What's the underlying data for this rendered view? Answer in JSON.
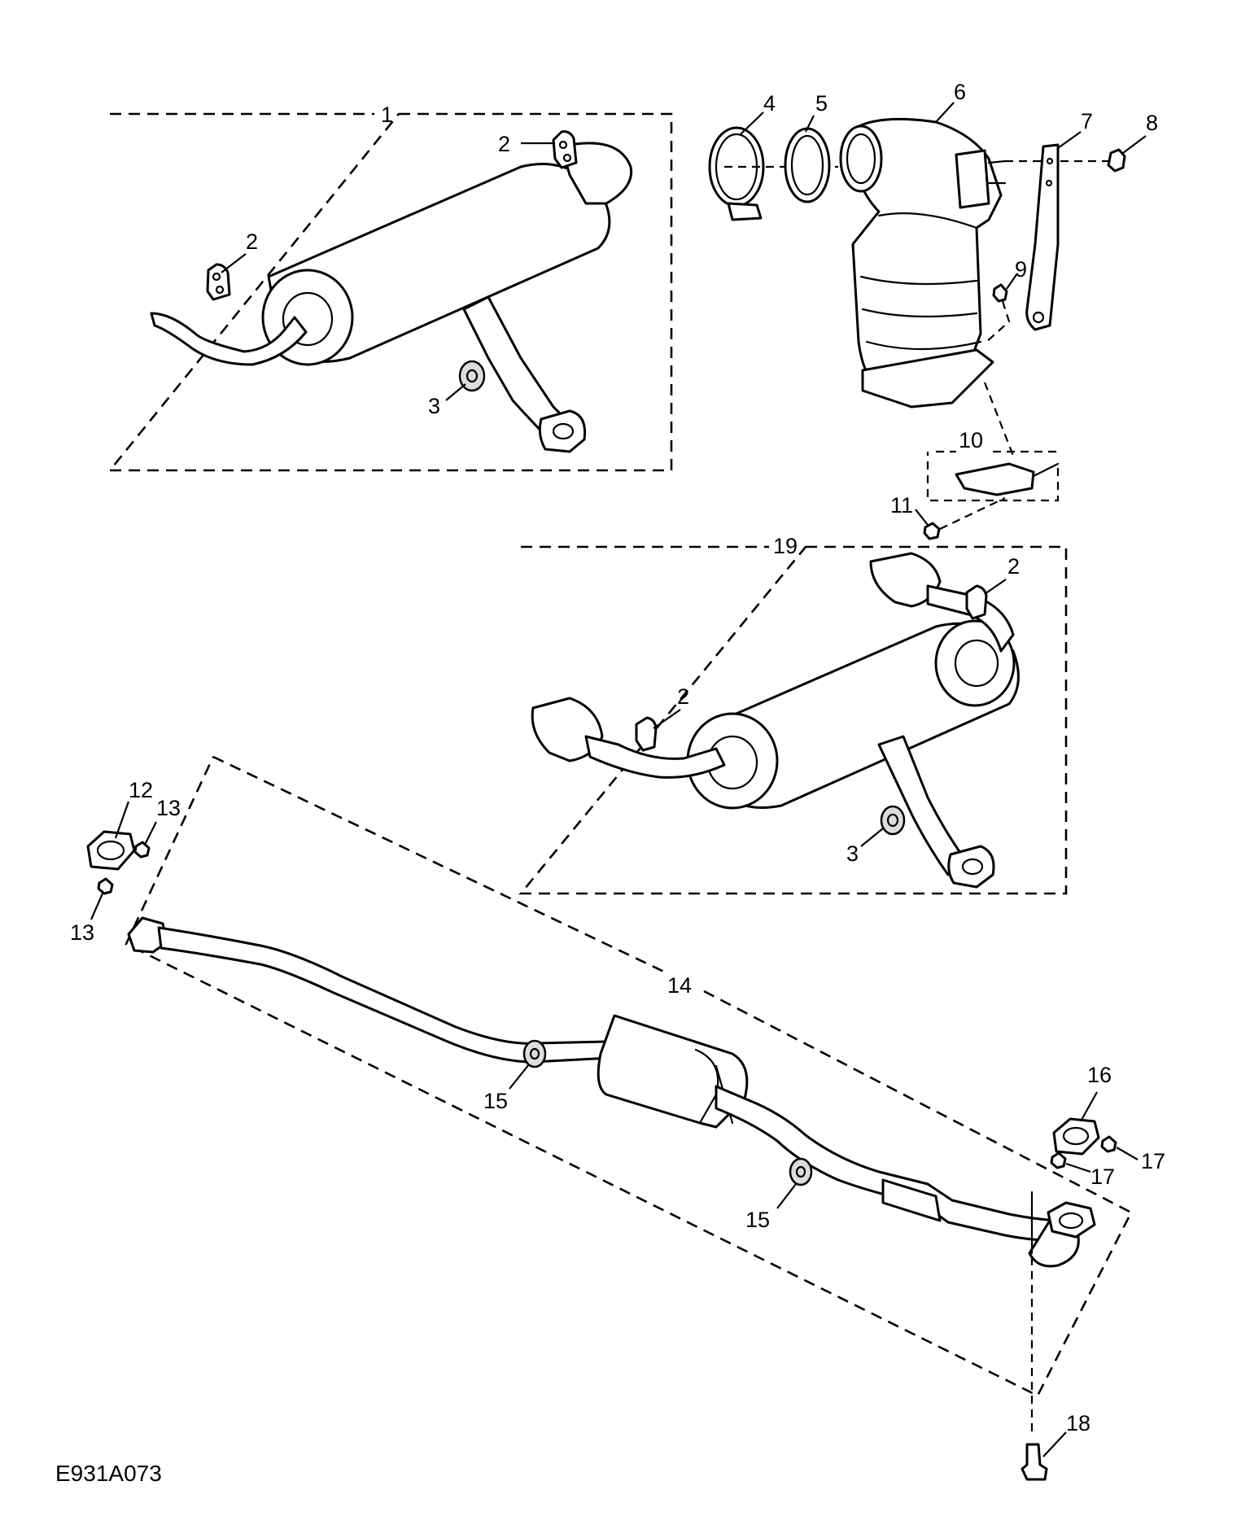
{
  "figure": {
    "reference_code": "E931A073"
  },
  "callouts": {
    "c1": "1",
    "c2a": "2",
    "c2b": "2",
    "c2c": "2",
    "c2d": "2",
    "c3a": "3",
    "c3b": "3",
    "c4": "4",
    "c5": "5",
    "c6": "6",
    "c7": "7",
    "c8": "8",
    "c9": "9",
    "c10": "10",
    "c11": "11",
    "c12": "12",
    "c13a": "13",
    "c13b": "13",
    "c14": "14",
    "c15a": "15",
    "c15b": "15",
    "c16": "16",
    "c17a": "17",
    "c17b": "17",
    "c18": "18",
    "c19": "19"
  }
}
